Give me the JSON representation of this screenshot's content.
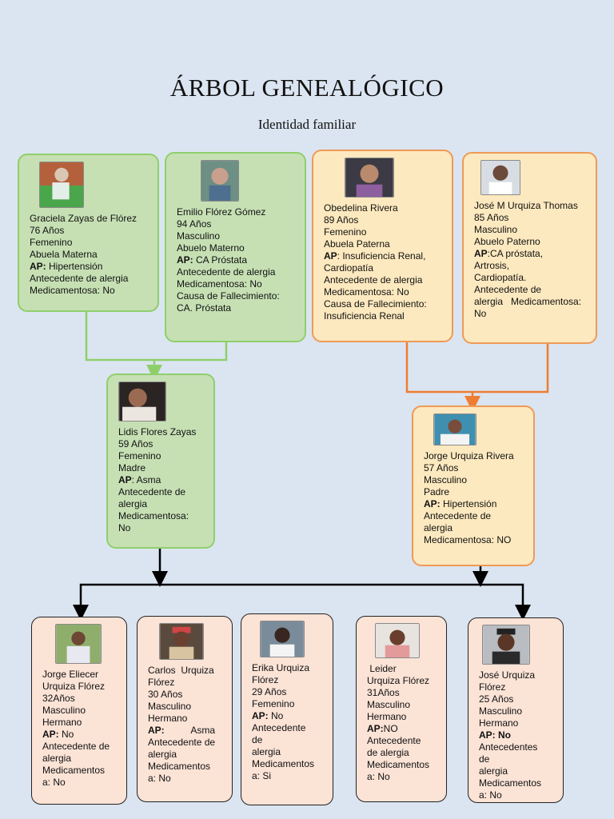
{
  "title": "ÁRBOL GENEALÓGICO",
  "subtitle": "Identidad familiar",
  "grandparents_maternal": [
    {
      "lines": [
        "Graciela Zayas de Flórez",
        "76 Años",
        "Femenino",
        "Abuela Materna"
      ],
      "ap_label": "AP:",
      "ap_text": " Hipertensión",
      "rest": [
        "Antecedente de alergia",
        "Medicamentosa: No"
      ]
    },
    {
      "lines": [
        "Emilio Flórez Gómez",
        "94 Años",
        "Masculino",
        "Abuelo Materno"
      ],
      "ap_label": "AP:",
      "ap_text": " CA Próstata",
      "rest": [
        "Antecedente de alergia",
        "Medicamentosa: No",
        "Causa de Fallecimiento:",
        "CA. Próstata"
      ]
    }
  ],
  "grandparents_paternal": [
    {
      "lines": [
        "Obedelina Rivera",
        "89 Años",
        "Femenino",
        "Abuela Paterna"
      ],
      "ap_label": "AP",
      "ap_text": ": Insuficiencia Renal,",
      "rest": [
        "Cardiopatía",
        "Antecedente de alergia",
        "Medicamentosa: No",
        "Causa de Fallecimiento:",
        "Insuficiencia Renal"
      ]
    },
    {
      "lines": [
        "José M Urquiza Thomas",
        "85 Años",
        "Masculino",
        "Abuelo Paterno"
      ],
      "ap_label": "AP",
      "ap_text": ":CA próstata,",
      "rest": [
        "Artrosis,",
        "Cardiopatía.",
        "Antecedente de",
        "alergia   Medicamentosa:",
        "No"
      ]
    }
  ],
  "mother": {
    "lines": [
      "Lidis Flores Zayas",
      "59 Años",
      "Femenino",
      "Madre"
    ],
    "ap_label": "AP",
    "ap_text": ": Asma",
    "rest": [
      "Antecedente de",
      "alergia",
      "Medicamentosa:",
      "No"
    ]
  },
  "father": {
    "lines": [
      "Jorge Urquiza Rivera",
      "57 Años",
      "Masculino",
      "Padre"
    ],
    "ap_label": "AP:",
    "ap_text": " Hipertensión",
    "rest": [
      "Antecedente de",
      "alergia",
      "Medicamentosa: NO"
    ]
  },
  "children": [
    {
      "lines": [
        "Jorge Eliecer",
        "Urquiza Flórez",
        "32Años",
        "Masculino",
        "Hermano"
      ],
      "ap_label": "AP:",
      "ap_text": " No",
      "rest": [
        "Antecedente de",
        "alergia",
        "Medicamentos",
        "a: No"
      ]
    },
    {
      "lines": [
        "Carlos  Urquiza",
        "Flórez",
        "30 Años",
        "Masculino",
        "Hermano"
      ],
      "ap_label": "AP:",
      "ap_text": "          Asma",
      "rest": [
        "Antecedente de",
        "alergia",
        "Medicamentos",
        "a: No"
      ]
    },
    {
      "lines": [
        "Erika Urquiza",
        "Flórez",
        "29 Años",
        "Femenino"
      ],
      "ap_label": "AP:",
      "ap_text": " No",
      "rest": [
        "Antecedente",
        "de",
        "alergia",
        "Medicamentos",
        "a: Si"
      ]
    },
    {
      "lines": [
        " Leider",
        "Urquiza Flórez",
        "31Años",
        "Masculino",
        "Hermano"
      ],
      "ap_label": "AP:",
      "ap_text": "NO",
      "rest": [
        "Antecedente",
        "de alergia",
        "Medicamentos",
        "a: No"
      ]
    },
    {
      "lines": [
        "José Urquiza",
        "Flórez",
        "25 Años",
        "Masculino",
        "Hermano"
      ],
      "ap_label": "AP: No",
      "ap_text": "",
      "rest": [
        "Antecedentes",
        "de",
        "alergia",
        "Medicamentos",
        "a: No"
      ]
    }
  ],
  "colors": {
    "background": "#dbe5f1",
    "maternal_fill": "#c6e0b4",
    "maternal_border": "#8fcf6b",
    "paternal_fill": "#fde9bf",
    "paternal_border": "#ee9a56",
    "child_fill": "#fbe3d6"
  }
}
